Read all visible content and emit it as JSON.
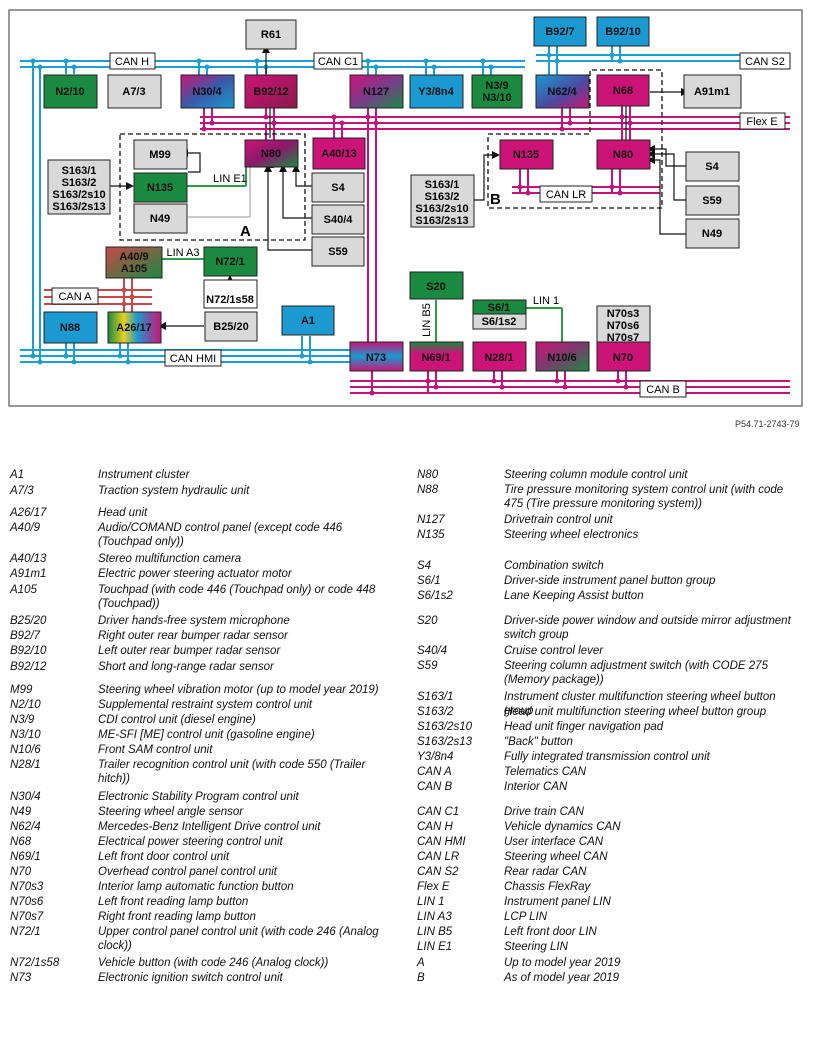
{
  "colors": {
    "can_blue": "#1a9fd0",
    "flexray_magenta": "#c4127a",
    "can_a_red": "#c84848",
    "lin_green": "#2e9a4a",
    "box_gray": "#d9d9d9",
    "box_magenta": "#cc1478",
    "box_green": "#1a8a40",
    "box_teal": "#1a9ad0",
    "box_maroon": "#8a1a4a"
  },
  "diagram": {
    "reference": "P54.71-2743-79",
    "modules": {
      "R61": "R61",
      "N2_10": "N2/10",
      "A7_3": "A7/3",
      "N30_4": "N30/4",
      "B92_12": "B92/12",
      "N127": "N127",
      "Y3_8n4": "Y3/8n4",
      "N3_9": "N3/9",
      "N3_10": "N3/10",
      "B92_7": "B92/7",
      "B92_10": "B92/10",
      "N62_4": "N62/4",
      "N68": "N68",
      "A91m1": "A91m1",
      "M99": "M99",
      "N80_A": "N80",
      "A40_13": "A40/13",
      "S163_A": [
        "S163/1",
        "S163/2",
        "S163/2s10",
        "S163/2s13"
      ],
      "N135_A": "N135",
      "N49_A": "N49",
      "S4_A": "S4",
      "S40_4": "S40/4",
      "S59_A": "S59",
      "group_A": "A",
      "S163_B": [
        "S163/1",
        "S163/2",
        "S163/2s10",
        "S163/2s13"
      ],
      "N135_B": "N135",
      "N80_B": "N80",
      "S4_B": "S4",
      "S59_B": "S59",
      "N49_B": "N49",
      "group_B": "B",
      "A40_9": "A40/9",
      "A105": "A105",
      "N72_1": "N72/1",
      "N72_1s58": "N72/1s58",
      "N88": "N88",
      "A26_17": "A26/17",
      "B25_20": "B25/20",
      "A1": "A1",
      "S20": "S20",
      "S6_1": "S6/1",
      "S6_1s2": "S6/1s2",
      "N70s": [
        "N70s3",
        "N70s6",
        "N70s7"
      ],
      "N73": "N73",
      "N69_1": "N69/1",
      "N28_1": "N28/1",
      "N10_6": "N10/6",
      "N70": "N70"
    },
    "bus_labels": {
      "can_h": "CAN H",
      "can_c1": "CAN C1",
      "can_s2": "CAN S2",
      "flex_e": "Flex E",
      "can_lr": "CAN LR",
      "can_a": "CAN A",
      "can_hmi": "CAN HMI",
      "can_b": "CAN B",
      "lin_e1": "LIN E1",
      "lin_a3": "LIN A3",
      "lin_b5": "LIN B5",
      "lin_1": "LIN 1"
    }
  },
  "legend": {
    "left": [
      {
        "code": "A1",
        "desc": "Instrument cluster"
      },
      {
        "code": "A7/3",
        "desc": "Traction system hydraulic unit"
      },
      {
        "code": "A26/17",
        "desc": "Head unit"
      },
      {
        "code": "A40/9",
        "desc": "Audio/COMAND control panel (except code 446 (Touchpad only))"
      },
      {
        "code": "A40/13",
        "desc": "Stereo multifunction camera"
      },
      {
        "code": "A91m1",
        "desc": "Electric power steering actuator motor"
      },
      {
        "code": "A105",
        "desc": "Touchpad (with code 446 (Touchpad only) or code 448 (Touchpad))"
      },
      {
        "code": "B25/20",
        "desc": "Driver hands-free system microphone"
      },
      {
        "code": "B92/7",
        "desc": "Right outer rear bumper radar sensor"
      },
      {
        "code": "B92/10",
        "desc": "Left outer rear bumper radar sensor"
      },
      {
        "code": "B92/12",
        "desc": "Short and long-range radar sensor"
      },
      {
        "code": "M99",
        "desc": "Steering wheel vibration motor (up to model year 2019)"
      },
      {
        "code": "N2/10",
        "desc": "Supplemental restraint system control unit"
      },
      {
        "code": "N3/9",
        "desc": "CDI control unit (diesel engine)"
      },
      {
        "code": "N3/10",
        "desc": "ME-SFI [ME] control unit (gasoline engine)"
      },
      {
        "code": "N10/6",
        "desc": "Front SAM control unit"
      },
      {
        "code": "N28/1",
        "desc": "Trailer recognition control unit (with code 550 (Trailer hitch))"
      },
      {
        "code": "N30/4",
        "desc": "Electronic Stability Program control unit"
      },
      {
        "code": "N49",
        "desc": "Steering wheel angle sensor"
      },
      {
        "code": "N62/4",
        "desc": "Mercedes-Benz Intelligent Drive control unit"
      },
      {
        "code": "N68",
        "desc": "Electrical power steering control unit"
      },
      {
        "code": "N69/1",
        "desc": "Left front door control unit"
      },
      {
        "code": "N70",
        "desc": "Overhead control panel control unit"
      },
      {
        "code": "N70s3",
        "desc": "Interior lamp automatic function button"
      },
      {
        "code": "N70s6",
        "desc": "Left front reading lamp button"
      },
      {
        "code": "N70s7",
        "desc": "Right front reading lamp button"
      },
      {
        "code": "N72/1",
        "desc": "Upper control panel control unit (with code 246 (Analog clock))"
      },
      {
        "code": "N72/1s58",
        "desc": "Vehicle button (with code 246 (Analog clock))"
      },
      {
        "code": "N73",
        "desc": "Electronic ignition switch control unit"
      }
    ],
    "right": [
      {
        "code": "N80",
        "desc": "Steering column module control unit"
      },
      {
        "code": "N88",
        "desc": "Tire pressure monitoring system control unit (with code 475 (Tire pressure monitoring system))"
      },
      {
        "code": "N127",
        "desc": "Drivetrain control unit"
      },
      {
        "code": "N135",
        "desc": "Steering wheel electronics"
      },
      {
        "code": "S4",
        "desc": "Combination switch"
      },
      {
        "code": "S6/1",
        "desc": "Driver-side instrument panel button group"
      },
      {
        "code": "S6/1s2",
        "desc": "Lane Keeping Assist button"
      },
      {
        "code": "S20",
        "desc": "Driver-side power window and outside mirror adjustment switch group"
      },
      {
        "code": "S40/4",
        "desc": "Cruise control lever"
      },
      {
        "code": "S59",
        "desc": "Steering column adjustment switch (with CODE 275 (Memory package))"
      },
      {
        "code": "S163/1",
        "desc": "Instrument cluster multifunction steering wheel button group"
      },
      {
        "code": "S163/2",
        "desc": "Head unit multifunction steering wheel button group"
      },
      {
        "code": "S163/2s10",
        "desc": "Head unit finger navigation pad"
      },
      {
        "code": "S163/2s13",
        "desc": "\"Back\" button"
      },
      {
        "code": "Y3/8n4",
        "desc": "Fully integrated transmission control unit"
      },
      {
        "code": "CAN A",
        "desc": "Telematics CAN"
      },
      {
        "code": "CAN B",
        "desc": "Interior CAN"
      },
      {
        "code": "CAN C1",
        "desc": "Drive train CAN"
      },
      {
        "code": "CAN H",
        "desc": "Vehicle dynamics CAN"
      },
      {
        "code": "CAN HMI",
        "desc": "User interface CAN"
      },
      {
        "code": "CAN LR",
        "desc": "Steering wheel CAN"
      },
      {
        "code": "CAN S2",
        "desc": "Rear radar CAN"
      },
      {
        "code": "Flex E",
        "desc": "Chassis FlexRay"
      },
      {
        "code": "LIN 1",
        "desc": "Instrument panel LIN"
      },
      {
        "code": "LIN A3",
        "desc": "LCP LIN"
      },
      {
        "code": "LIN B5",
        "desc": "Left front door LIN"
      },
      {
        "code": "LIN E1",
        "desc": "Steering LIN"
      },
      {
        "code": "A",
        "desc": "Up to model year 2019"
      },
      {
        "code": "B",
        "desc": "As of model year 2019"
      }
    ]
  }
}
